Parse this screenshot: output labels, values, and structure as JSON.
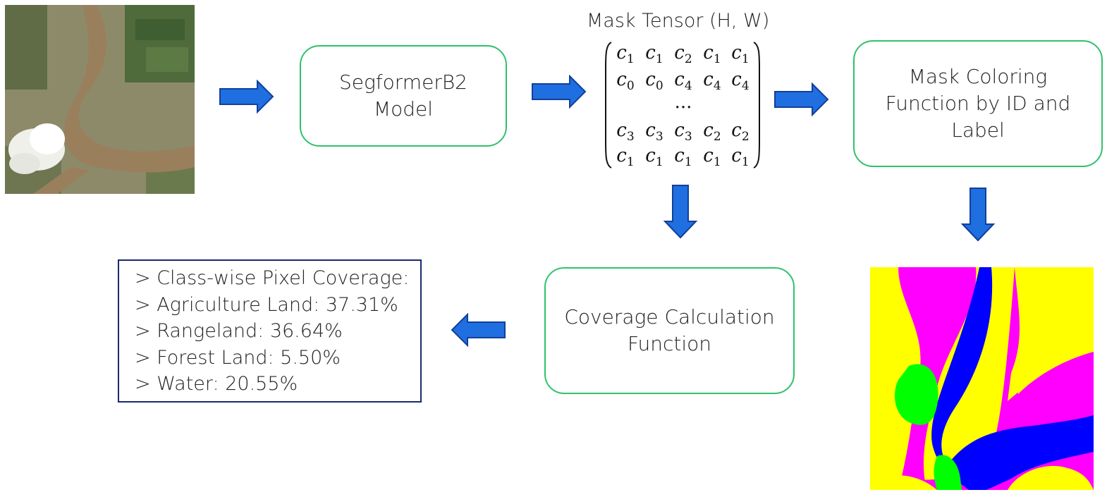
{
  "boxes": {
    "model": [
      "SegformerB2",
      "Model"
    ],
    "coloring": [
      "Mask Coloring",
      "Function by ID and",
      "Label"
    ],
    "coverage_fn": [
      "Coverage Calculation",
      "Function"
    ]
  },
  "matrix": {
    "title": "Mask Tensor (H, W)",
    "rows": [
      [
        "1",
        "1",
        "2",
        "1",
        "1"
      ],
      [
        "0",
        "0",
        "4",
        "4",
        "4"
      ],
      [
        "...",
        "",
        "",
        "",
        ""
      ],
      [
        "3",
        "3",
        "3",
        "2",
        "2"
      ],
      [
        "1",
        "1",
        "1",
        "1",
        "1"
      ]
    ],
    "symbol": "c",
    "ellipsis": "..."
  },
  "coverage_text": {
    "lines": [
      "> Class-wise Pixel Coverage:",
      "> Agriculture Land: 37.31%",
      "> Rangeland: 36.64%",
      "> Forest Land: 5.50%",
      "> Water: 20.55%"
    ]
  },
  "colors": {
    "arrow_fill": "#1f6fe0",
    "arrow_stroke": "#123f9a",
    "box_border": "#2fc26a",
    "coverage_border": "#1a2a6c",
    "mask_yellow": "#ffff00",
    "mask_magenta": "#ff00ff",
    "mask_blue": "#0000ff",
    "mask_green": "#00ff00"
  }
}
